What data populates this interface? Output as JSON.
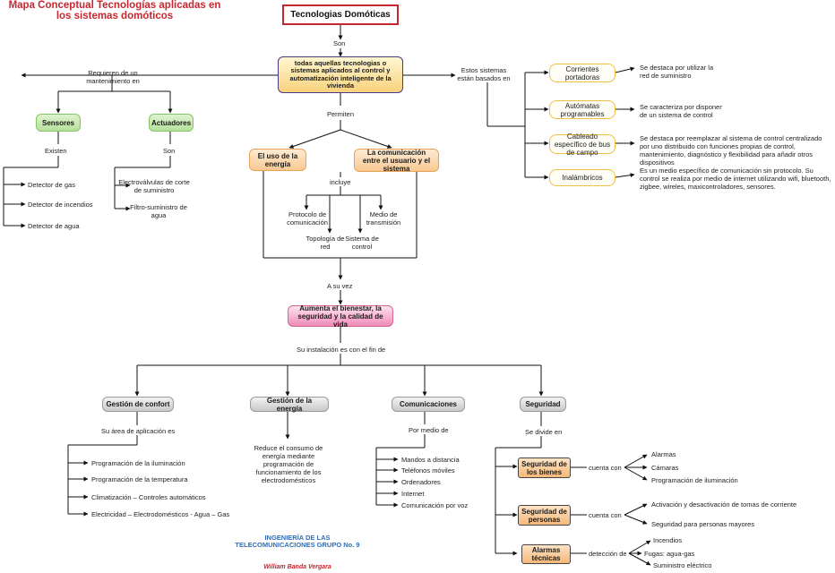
{
  "header": {
    "map_title": "Mapa Conceptual Tecnologías aplicadas en los sistemas domóticos",
    "root": "Tecnologias Domóticas"
  },
  "links": {
    "son": "Son",
    "requieren": "Requieren de un mantenimiento en",
    "estos": "Estos sistemas están basados en",
    "permiten": "Permiten",
    "existen": "Existen",
    "son2": "Son",
    "incluye": "incluye",
    "asuvez": "A su vez",
    "instalacion": "Su instalación es con el fin de",
    "area": "Su área de aplicación es",
    "pormedio": "Por medio de",
    "divide": "Se divide en",
    "cuenta1": "cuenta con",
    "cuenta2": "cuenta con",
    "deteccion": "detección de"
  },
  "nodes": {
    "definicion": "todas aquellas tecnologias o sistemas aplicados al control y automatización inteligente de la vivienda",
    "sensores": "Sensores",
    "actuadores": "Actuadores",
    "uso_energia": "El uso de la energía",
    "comunicacion": "La comunicación entre el usuario y el sistema",
    "aumenta": "Aumenta el bienestar, la seguridad y la calidad de vida",
    "confort": "Gestión de confort",
    "energia": "Gestión de la energía",
    "comunicaciones": "Comunicaciones",
    "seguridad": "Seguridad",
    "seg_bienes": "Seguridad de los bienes",
    "seg_personas": "Seguridad de personas",
    "alarmas_tecnicas": "Alarmas técnicas"
  },
  "sensores_items": [
    "Detector de gas",
    "Detector de incendios",
    "Detector de agua"
  ],
  "actuadores_items": [
    "Electroválvulas de corte de suministro",
    "Filtro-suministro de agua"
  ],
  "comunicacion_items": {
    "protocolo": "Protocolo de comunicación",
    "topologia": "Topología de red",
    "sistema": "Sistema de control",
    "medio": "Medio de transmisión"
  },
  "bases": [
    {
      "label": "Corrientes portadoras",
      "desc": "Se destaca por utilizar la red de suministro"
    },
    {
      "label": "Autómatas programables",
      "desc": "Se caracteriza por disponer de un sistema de control"
    },
    {
      "label": "Cableado específico de bus de campo",
      "desc": "Se destaca por reemplazar al sistema de control centralizado por uno distribuido con funciones propias de control, mantenimiento, diagnóstico y flexibilidad para añadir otros dispositivos"
    },
    {
      "label": "Inalámbricos",
      "desc": "Es un medio específico de comunicación sin protocolo. Su control se realiza por medio de internet utilizando wifi, bluetooth, zigbee, wireles, maxicontroladores, sensores."
    }
  ],
  "confort_items": [
    "Programación de la iluminación",
    "Programación de la temperatura",
    "Climatización – Controles automáticos",
    "Electricidad – Electrodomésticos  - Agua – Gas"
  ],
  "energia_desc": "Reduce el consumo de energía mediante programación de funcionamiento de los electrodomésticos",
  "comunicaciones_items": [
    "Mandos a distancia",
    "Teléfonos móviles",
    "Ordenadores",
    "Internet",
    "Comunicación por voz"
  ],
  "bienes_items": [
    "Alarmas",
    "Cámaras",
    "Programación de iluminación"
  ],
  "personas_items": [
    "Activación y desactivación de tomas de corriente",
    "Seguridad para personas mayores"
  ],
  "tecnicas_items": [
    "Incendios",
    "Fugas: agua-gas",
    "Suministro eléctrico"
  ],
  "footer": {
    "program": "INGENIERÍA DE LAS TELECOMUNICACIONES GRUPO No. 9",
    "author": "William Banda Vergara"
  }
}
